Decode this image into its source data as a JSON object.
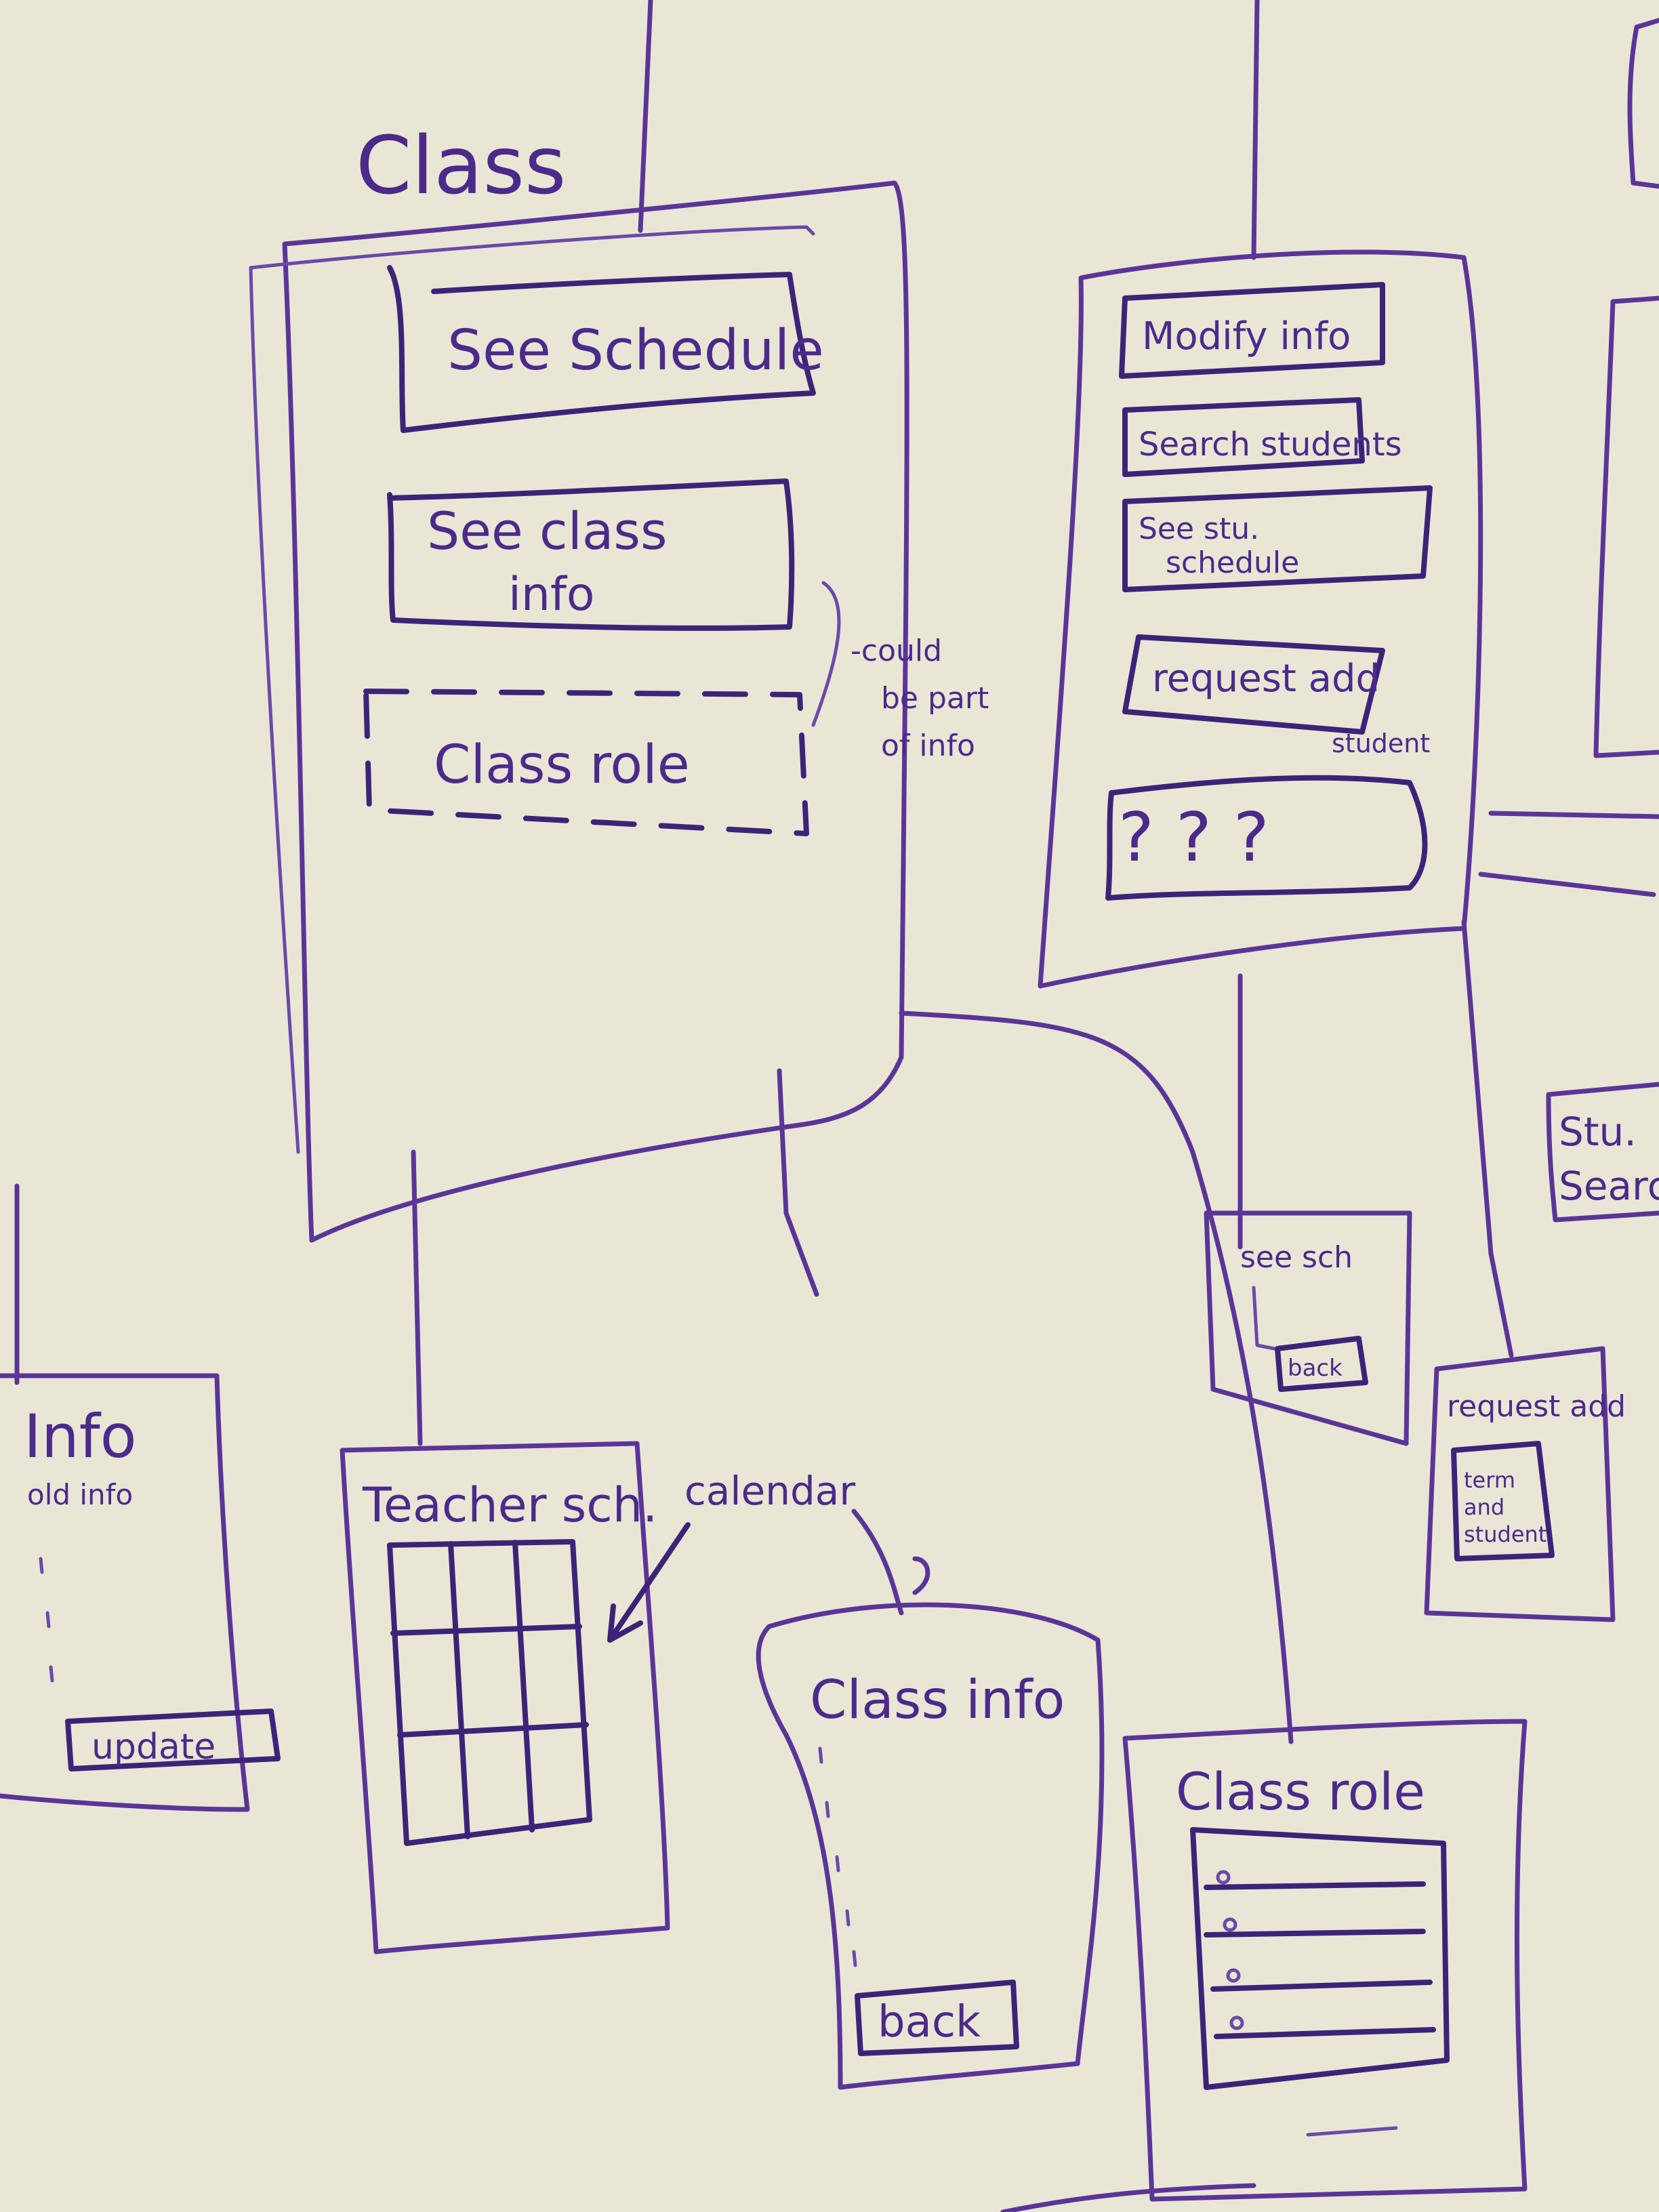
{
  "class_screen": {
    "title": "Class",
    "see_schedule": "See Schedule",
    "see_class_info_line1": "See class",
    "see_class_info_line2": "info",
    "class_role": "Class role",
    "note_line1": "-could",
    "note_line2": "be part",
    "note_line3": "of info"
  },
  "student_menu": {
    "modify_info": "Modify info",
    "search_students": "Search students",
    "see_stu_schedule_line1": "See stu.",
    "see_stu_schedule_line2": "schedule",
    "request_add_line1": "request add",
    "request_add_line2": "student",
    "unknown": "? ? ?"
  },
  "info_screen": {
    "title": "Info",
    "subtitle": "old info",
    "update_button": "update"
  },
  "teacher_schedule": {
    "title": "Teacher sch.",
    "callout": "calendar"
  },
  "class_info_screen": {
    "title": "Class info",
    "back_button": "back"
  },
  "see_sch_screen": {
    "title": "see sch",
    "button": "back"
  },
  "request_add_screen": {
    "title": "request add",
    "content_line1": "term",
    "content_line2": "and",
    "content_line3": "student"
  },
  "class_role_screen": {
    "title": "Class role"
  },
  "stu_search_screen": {
    "title_line1": "Stu.",
    "title_line2": "Search"
  }
}
